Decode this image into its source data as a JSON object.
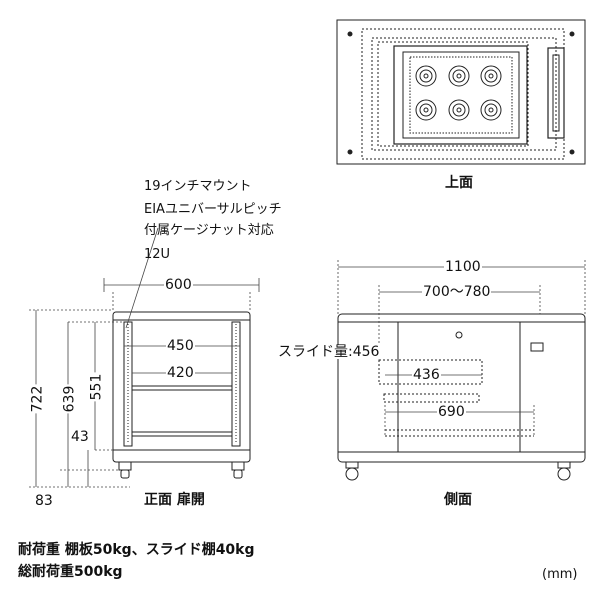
{
  "notes": {
    "line1": "19インチマウント",
    "line2": "EIAユニバーサルピッチ",
    "line3": "付属ケージナット対応",
    "line4": "12U"
  },
  "top_view": {
    "label": "上面"
  },
  "front_view": {
    "label": "正面 扉開",
    "dims": {
      "width": "600",
      "inner": "450",
      "shelf": "420",
      "height": "722",
      "depth_h": "639",
      "inner_h": "551",
      "base": "43",
      "foot": "83"
    }
  },
  "side_view": {
    "label": "側面",
    "dims": {
      "length": "1100",
      "range": "700〜780",
      "slide_label": "スライド量:456",
      "slide": "436",
      "rail": "690"
    }
  },
  "footer": {
    "line1": "耐荷重 棚板50kg、スライド棚40kg",
    "line2": "総耐荷重500kg",
    "unit": "(mm)"
  }
}
